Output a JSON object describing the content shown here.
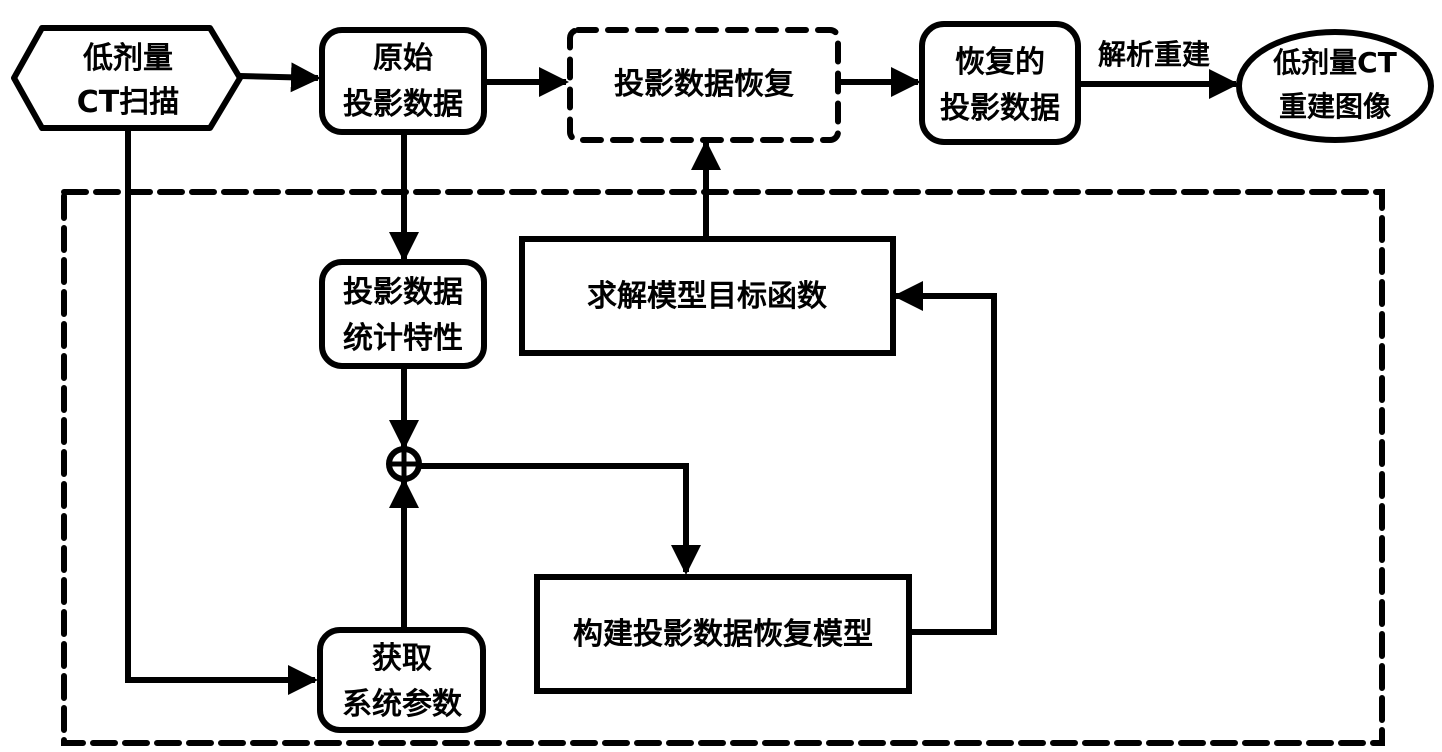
{
  "diagram": {
    "colors": {
      "stroke": "#000000",
      "background": "#ffffff"
    },
    "nodes": {
      "ldct_scan": {
        "shape": "hexagon",
        "lines": [
          "低剂量",
          "CT扫描"
        ]
      },
      "raw_projection": {
        "shape": "rounded-rect",
        "lines": [
          "原始",
          "投影数据"
        ]
      },
      "projection_recovery": {
        "shape": "dashed-rounded-rect",
        "lines": [
          "投影数据恢复"
        ]
      },
      "recovered_projection": {
        "shape": "rounded-rect",
        "lines": [
          "恢复的",
          "投影数据"
        ]
      },
      "ldct_image": {
        "shape": "ellipse",
        "lines": [
          "低剂量CT",
          "重建图像"
        ]
      },
      "projection_stats": {
        "shape": "rounded-rect",
        "lines": [
          "投影数据",
          "统计特性"
        ]
      },
      "solve_objective": {
        "shape": "rect",
        "lines": [
          "求解模型目标函数"
        ]
      },
      "combine": {
        "shape": "circle-plus",
        "lines": []
      },
      "build_model": {
        "shape": "rect",
        "lines": [
          "构建投影数据恢复模型"
        ]
      },
      "system_params": {
        "shape": "rounded-rect",
        "lines": [
          "获取",
          "系统参数"
        ]
      }
    },
    "edge_labels": {
      "analytic_reconstruction": "解析重建"
    },
    "edges": [
      {
        "from": "ldct_scan",
        "to": "raw_projection"
      },
      {
        "from": "raw_projection",
        "to": "projection_recovery"
      },
      {
        "from": "projection_recovery",
        "to": "recovered_projection"
      },
      {
        "from": "recovered_projection",
        "to": "ldct_image",
        "label": "解析重建"
      },
      {
        "from": "raw_projection",
        "to": "projection_stats"
      },
      {
        "from": "projection_stats",
        "to": "combine"
      },
      {
        "from": "ldct_scan",
        "to": "system_params"
      },
      {
        "from": "system_params",
        "to": "combine"
      },
      {
        "from": "combine",
        "to": "build_model"
      },
      {
        "from": "build_model",
        "to": "solve_objective"
      },
      {
        "from": "solve_objective",
        "to": "projection_recovery"
      }
    ]
  }
}
